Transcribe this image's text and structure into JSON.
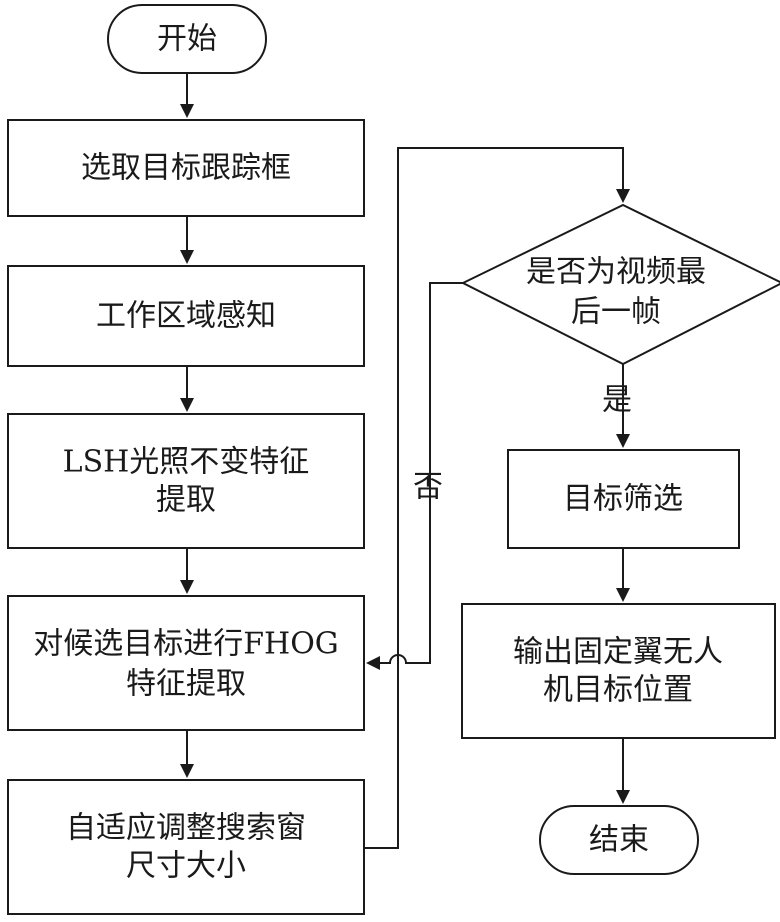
{
  "nodes": {
    "start": "开始",
    "select_box": "选取目标跟踪框",
    "work_area": "工作区域感知",
    "lsh_line1": "LSH光照不变特征",
    "lsh_line2": "提取",
    "fhog_line1": "对候选目标进行FHOG",
    "fhog_line2": "特征提取",
    "adapt_line1": "自适应调整搜索窗",
    "adapt_line2": "尺寸大小",
    "decision_line1": "是否为视频最",
    "decision_line2": "后一帧",
    "filter": "目标筛选",
    "output_line1": "输出固定翼无人",
    "output_line2": "机目标位置",
    "end": "结束"
  },
  "edges": {
    "yes_label": "是",
    "no_label": "否"
  }
}
